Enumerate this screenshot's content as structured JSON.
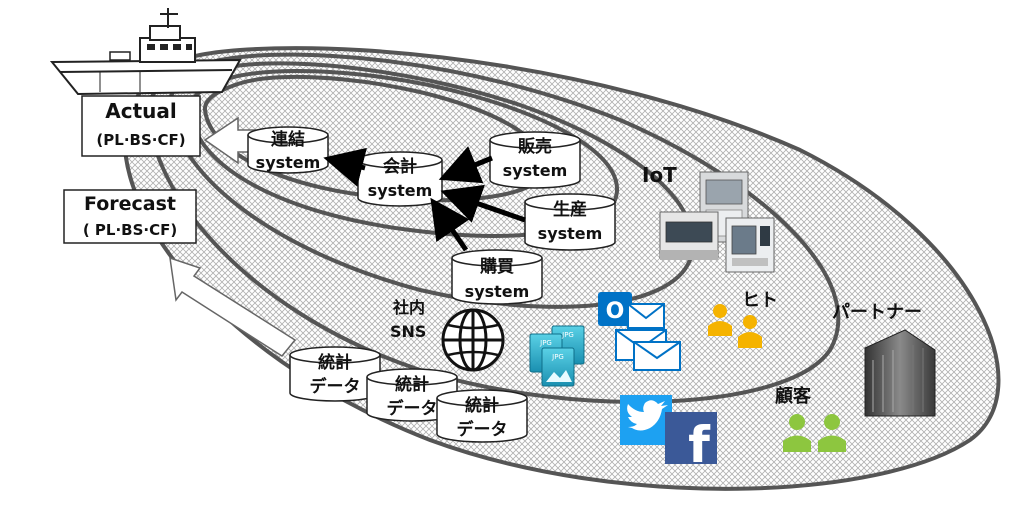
{
  "labels": {
    "actual_title": "Actual",
    "actual_sub": "(PL·BS·CF)",
    "forecast_title": "Forecast",
    "forecast_sub": "( PL·BS·CF)",
    "iot": "IoT",
    "hito": "ヒト",
    "partner": "パートナー",
    "kokyaku": "顧客",
    "shanai": "社内",
    "sns": "SNS"
  },
  "systems": {
    "renketsu": {
      "line1": "連結",
      "line2": "system"
    },
    "kaikei": {
      "line1": "会計",
      "line2": "system"
    },
    "hanbai": {
      "line1": "販売",
      "line2": "system"
    },
    "seisan": {
      "line1": "生産",
      "line2": "system"
    },
    "kobai": {
      "line1": "購買",
      "line2": "system"
    }
  },
  "stats": [
    {
      "line1": "統計",
      "line2": "データ"
    },
    {
      "line1": "統計",
      "line2": "データ"
    },
    {
      "line1": "統計",
      "line2": "データ"
    }
  ],
  "icons": {
    "jpg_label": "JPG",
    "outlook_letter": "O",
    "facebook_letter": "f"
  },
  "colors": {
    "hito": "#F5B300",
    "kokyaku": "#8DC63F",
    "outlook": "#0072C6",
    "twitter": "#1DA1F2",
    "facebook": "#3B5998",
    "building": "#555555",
    "ellipse_stroke": "#555555"
  }
}
